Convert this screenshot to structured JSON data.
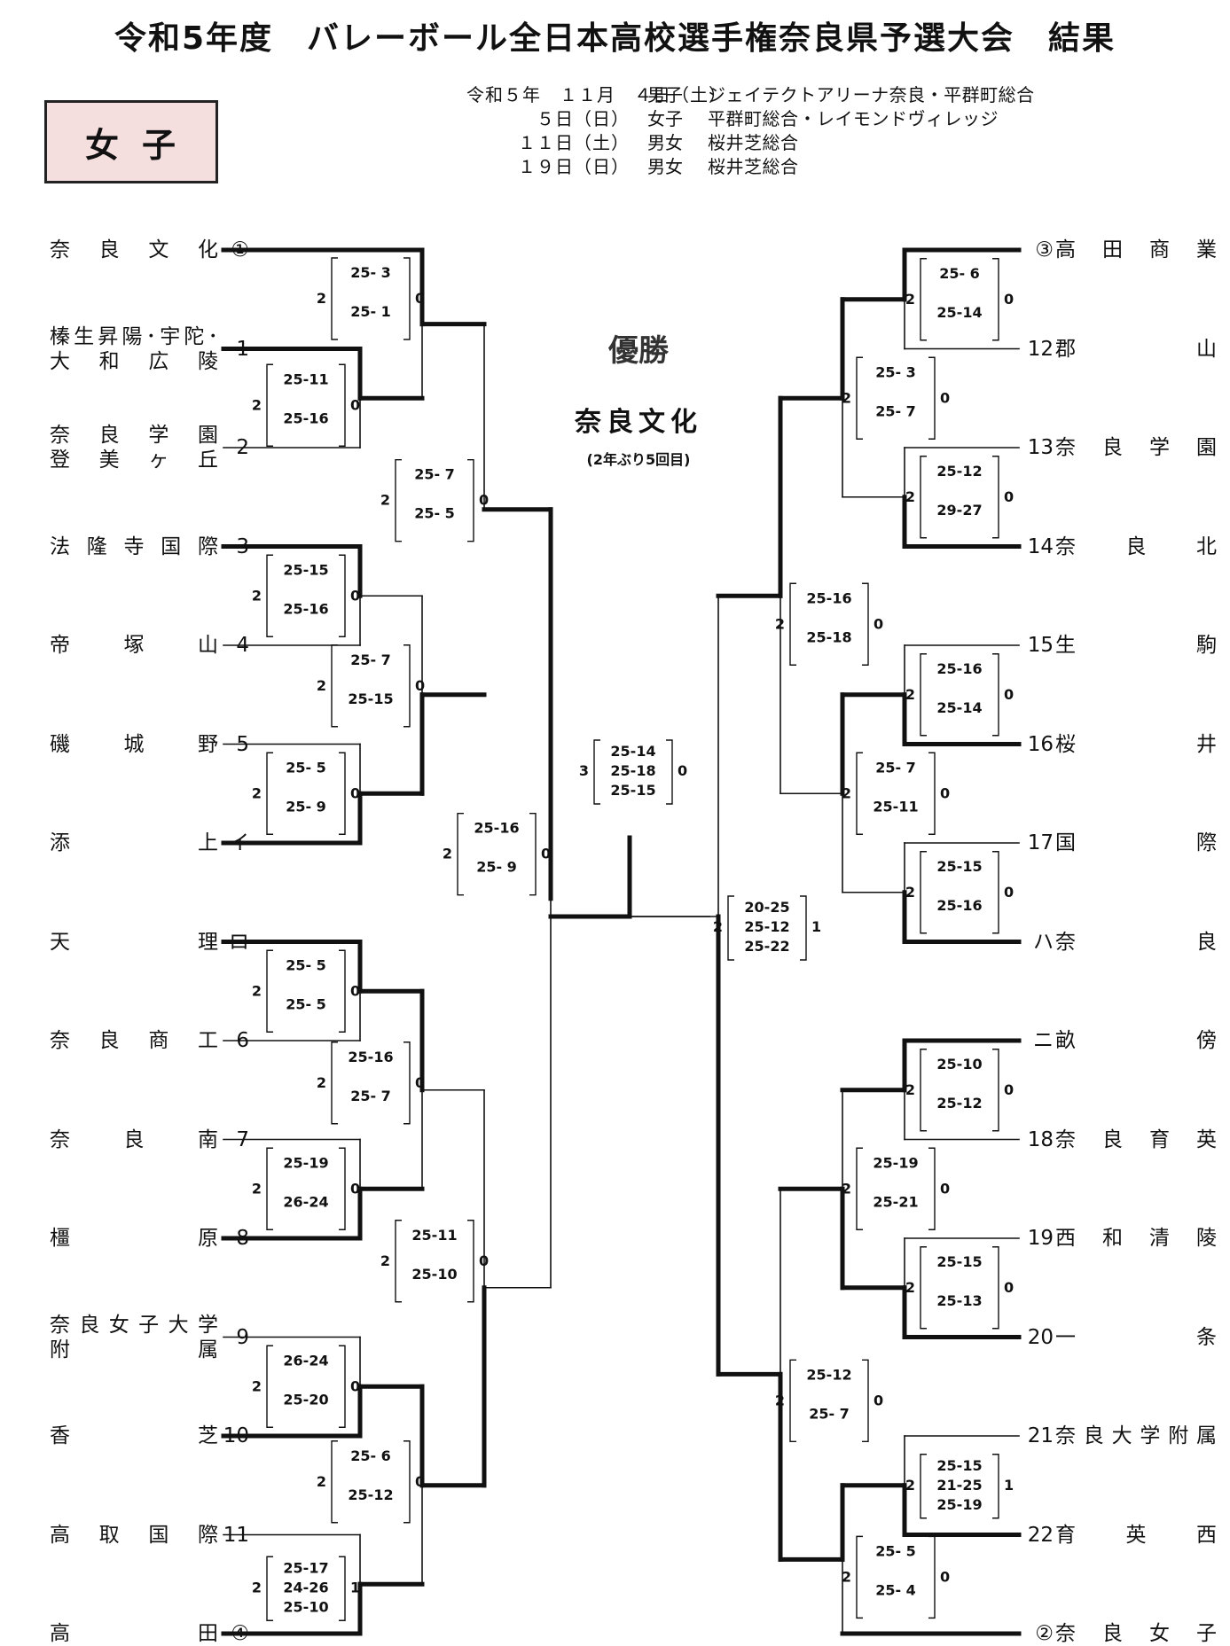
{
  "title": "令和5年度　バレーボール全日本高校選手権奈良県予選大会　結果",
  "division": "女子",
  "schedule": [
    {
      "date": "令和５年　１１月　４日（土）",
      "division": "男子",
      "venue": "ジェイテクトアリーナ奈良・平群町総合"
    },
    {
      "date": "５日（日）",
      "division": "女子",
      "venue": "平群町総合・レイモンドヴィレッジ"
    },
    {
      "date": "１１日（土）",
      "division": "男女",
      "venue": "桜井芝総合"
    },
    {
      "date": "１９日（日）",
      "division": "男女",
      "venue": "桜井芝総合"
    }
  ],
  "champion": {
    "label": "優勝",
    "team": "奈良文化",
    "note": "(2年ぶり5回目)"
  },
  "left_teams": [
    {
      "seed": "①",
      "lines": [
        "奈　良　文　化"
      ]
    },
    {
      "seed": "1",
      "lines": [
        "榛生昇陽･宇陀･",
        "大　和　広　陵"
      ]
    },
    {
      "seed": "2",
      "lines": [
        "奈　良　学　園",
        "登　美　ヶ　丘"
      ]
    },
    {
      "seed": "3",
      "lines": [
        "法隆寺国際"
      ]
    },
    {
      "seed": "4",
      "lines": [
        "帝　塚　山"
      ]
    },
    {
      "seed": "5",
      "lines": [
        "磯　城　野"
      ]
    },
    {
      "seed": "イ",
      "lines": [
        "添　上"
      ]
    },
    {
      "seed": "ロ",
      "lines": [
        "天　理"
      ]
    },
    {
      "seed": "6",
      "lines": [
        "奈良商工"
      ]
    },
    {
      "seed": "7",
      "lines": [
        "奈　良　南"
      ]
    },
    {
      "seed": "8",
      "lines": [
        "橿　原"
      ]
    },
    {
      "seed": "9",
      "lines": [
        "奈良女子大学",
        "附　属"
      ]
    },
    {
      "seed": "10",
      "lines": [
        "香　芝"
      ]
    },
    {
      "seed": "11",
      "lines": [
        "高取国際"
      ]
    },
    {
      "seed": "④",
      "lines": [
        "高　田"
      ]
    }
  ],
  "right_teams": [
    {
      "seed": "③",
      "lines": [
        "高田商業"
      ]
    },
    {
      "seed": "12",
      "lines": [
        "郡　山"
      ]
    },
    {
      "seed": "13",
      "lines": [
        "奈良学園"
      ]
    },
    {
      "seed": "14",
      "lines": [
        "奈　良　北"
      ]
    },
    {
      "seed": "15",
      "lines": [
        "生　駒"
      ]
    },
    {
      "seed": "16",
      "lines": [
        "桜　井"
      ]
    },
    {
      "seed": "17",
      "lines": [
        "国　際"
      ]
    },
    {
      "seed": "ハ",
      "lines": [
        "奈　良"
      ]
    },
    {
      "seed": "ニ",
      "lines": [
        "畝　傍"
      ]
    },
    {
      "seed": "18",
      "lines": [
        "奈良育英"
      ]
    },
    {
      "seed": "19",
      "lines": [
        "西和清陵"
      ]
    },
    {
      "seed": "20",
      "lines": [
        "一　条"
      ]
    },
    {
      "seed": "21",
      "lines": [
        "奈良大学附属"
      ]
    },
    {
      "seed": "22",
      "lines": [
        "育　英　西"
      ]
    },
    {
      "seed": "②",
      "lines": [
        "奈良女子"
      ]
    }
  ],
  "scores": [
    {
      "w": "2",
      "sets": [
        "25- 3",
        "25- 1"
      ],
      "l": "0"
    },
    {
      "w": "2",
      "sets": [
        "25-11",
        "25-16"
      ],
      "l": "0"
    },
    {
      "w": "2",
      "sets": [
        "25-15",
        "25-16"
      ],
      "l": "0"
    },
    {
      "w": "2",
      "sets": [
        "25- 5",
        "25- 9"
      ],
      "l": "0"
    },
    {
      "w": "2",
      "sets": [
        "25- 7",
        "25- 5"
      ],
      "l": "0"
    },
    {
      "w": "2",
      "sets": [
        "25- 7",
        "25-15"
      ],
      "l": "0"
    },
    {
      "w": "2",
      "sets": [
        "25-16",
        "25- 9"
      ],
      "l": "0"
    },
    {
      "w": "2",
      "sets": [
        "25- 5",
        "25- 5"
      ],
      "l": "0"
    },
    {
      "w": "2",
      "sets": [
        "25-19",
        "26-24"
      ],
      "l": "0"
    },
    {
      "w": "2",
      "sets": [
        "25-16",
        "25- 7"
      ],
      "l": "0"
    },
    {
      "w": "2",
      "sets": [
        "26-24",
        "25-20"
      ],
      "l": "0"
    },
    {
      "w": "2",
      "sets": [
        "25-17",
        "24-26",
        "25-10"
      ],
      "l": "1"
    },
    {
      "w": "2",
      "sets": [
        "25- 6",
        "25-12"
      ],
      "l": "0"
    },
    {
      "w": "2",
      "sets": [
        "25-11",
        "25-10"
      ],
      "l": "0"
    },
    {
      "w": "3",
      "sets": [
        "25-14",
        "25-18",
        "25-15"
      ],
      "l": "0"
    },
    {
      "w": "2",
      "sets": [
        "25- 6",
        "25-14"
      ],
      "l": "0"
    },
    {
      "w": "2",
      "sets": [
        "25-12",
        "29-27"
      ],
      "l": "0"
    },
    {
      "w": "2",
      "sets": [
        "25- 3",
        "25- 7"
      ],
      "l": "0"
    },
    {
      "w": "2",
      "sets": [
        "25-16",
        "25-14"
      ],
      "l": "0"
    },
    {
      "w": "2",
      "sets": [
        "25-15",
        "25-16"
      ],
      "l": "0"
    },
    {
      "w": "2",
      "sets": [
        "25- 7",
        "25-11"
      ],
      "l": "0"
    },
    {
      "w": "2",
      "sets": [
        "25-16",
        "25-18"
      ],
      "l": "0"
    },
    {
      "w": "2",
      "sets": [
        "20-25",
        "25-12",
        "25-22"
      ],
      "l": "1"
    },
    {
      "w": "2",
      "sets": [
        "25-10",
        "25-12"
      ],
      "l": "0"
    },
    {
      "w": "2",
      "sets": [
        "25-15",
        "25-13"
      ],
      "l": "0"
    },
    {
      "w": "2",
      "sets": [
        "25-19",
        "25-21"
      ],
      "l": "0"
    },
    {
      "w": "2",
      "sets": [
        "25-15",
        "21-25",
        "25-19"
      ],
      "l": "1"
    },
    {
      "w": "2",
      "sets": [
        "25- 5",
        "25- 4"
      ],
      "l": "0"
    },
    {
      "w": "2",
      "sets": [
        "25-12",
        "25- 7"
      ],
      "l": "0"
    }
  ]
}
